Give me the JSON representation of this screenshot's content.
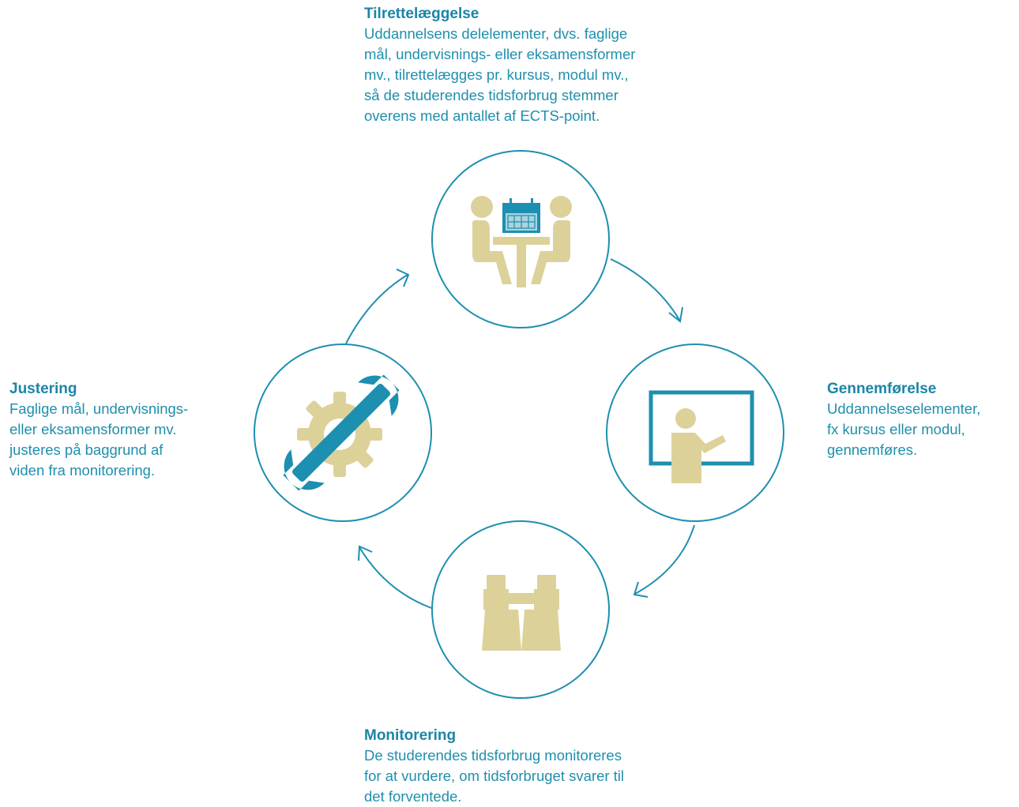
{
  "colors": {
    "teal": "#1d8fb0",
    "beige": "#ddd19a",
    "calendar_fill": "#a9d3de"
  },
  "steps": {
    "top": {
      "heading": "Tilrettelæggelse",
      "lines": [
        "Uddannelsens delelementer, dvs. faglige",
        "mål, undervisnings- eller eksamensformer",
        "mv., tilrettelægges pr. kursus, modul mv.,",
        "så de studerendes tidsforbrug stemmer",
        "overens med antallet af ECTS-point."
      ],
      "icon": "meeting-calendar-icon"
    },
    "right": {
      "heading": "Gennemførelse",
      "lines": [
        "Uddannelseselementer,",
        "fx kursus eller modul,",
        "gennemføres."
      ],
      "icon": "presenter-whiteboard-icon"
    },
    "bottom": {
      "heading": "Monitorering",
      "lines": [
        "De studerendes tidsforbrug monitoreres",
        "for at vurdere, om tidsforbruget svarer til",
        "det forventede."
      ],
      "icon": "binoculars-icon"
    },
    "left": {
      "heading": "Justering",
      "lines": [
        "Faglige mål, undervisnings-",
        "eller eksamensformer mv.",
        "justeres på baggrund af",
        "viden fra monitorering."
      ],
      "icon": "wrench-gear-icon"
    }
  }
}
